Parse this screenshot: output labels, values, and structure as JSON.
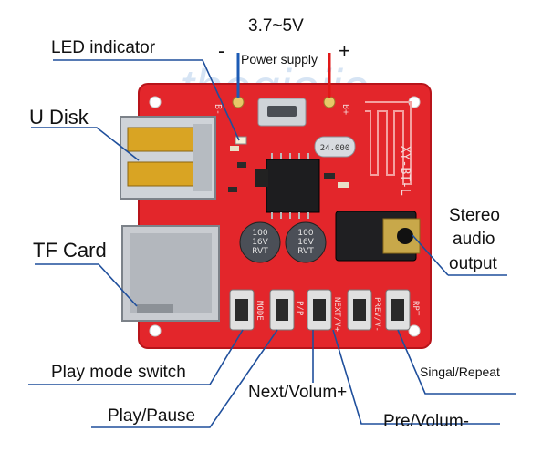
{
  "supply": {
    "voltage": "3.7~5V",
    "label": "Power supply",
    "minus": "-",
    "plus": "+",
    "pad_minus": "B-",
    "pad_plus": "B+"
  },
  "watermark": "thegioiic",
  "labels": {
    "led": "LED indicator",
    "udisk": "U Disk",
    "tf": "TF Card",
    "stereo_1": "Stereo",
    "stereo_2": "audio",
    "stereo_3": "output",
    "play_mode": "Play mode switch",
    "play_pause": "Play/Pause",
    "next": "Next/Volum+",
    "singal": "Singal/Repeat",
    "pre": "Pre/Volum-"
  },
  "board": {
    "model": "XY-BT-L",
    "crystal": "24.000",
    "cap1": [
      "100",
      "16V",
      "RVT"
    ],
    "cap2": [
      "100",
      "16V",
      "RVT"
    ],
    "buttons": [
      "MODE",
      "P/P",
      "NEXT/V+",
      "PREV/V-",
      "RPT"
    ]
  },
  "colors": {
    "pcb": "#e3262b",
    "pcb_edge": "#b8141a",
    "silk": "#f7e4e4",
    "wire_blue": "#1d5bb5",
    "wire_red": "#e01818",
    "leader": "#1f4f9c"
  }
}
